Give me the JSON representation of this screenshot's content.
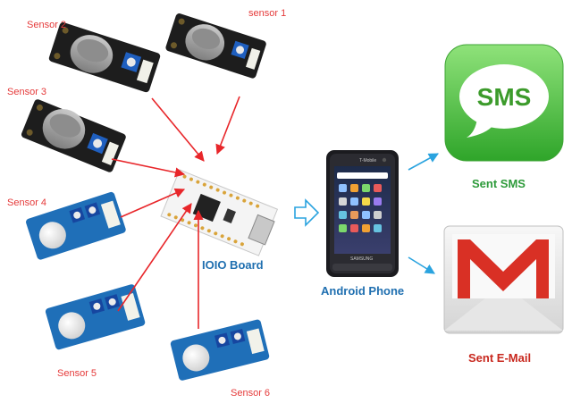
{
  "labels": {
    "sensor1": "sensor 1",
    "sensor2": "Sensor 2",
    "sensor3": "Sensor 3",
    "sensor4": "Sensor 4",
    "sensor5": "Sensor 5",
    "sensor6": "Sensor 6",
    "board": "IOIO Board",
    "phone": "Android Phone",
    "sms_result": "Sent SMS",
    "email_result": "Sent E-Mail"
  },
  "icons": {
    "sms_icon_text": "SMS",
    "phone_carrier": "T-Mobile",
    "phone_brand": "SAMSUNG"
  },
  "colors": {
    "sensor_label": "#e53a3a",
    "arrow_red": "#e8262a",
    "arrow_blue": "#2aa3df",
    "board_label": "#1f6fb0",
    "sms_label": "#2e9b3b",
    "email_label": "#c8281e"
  }
}
